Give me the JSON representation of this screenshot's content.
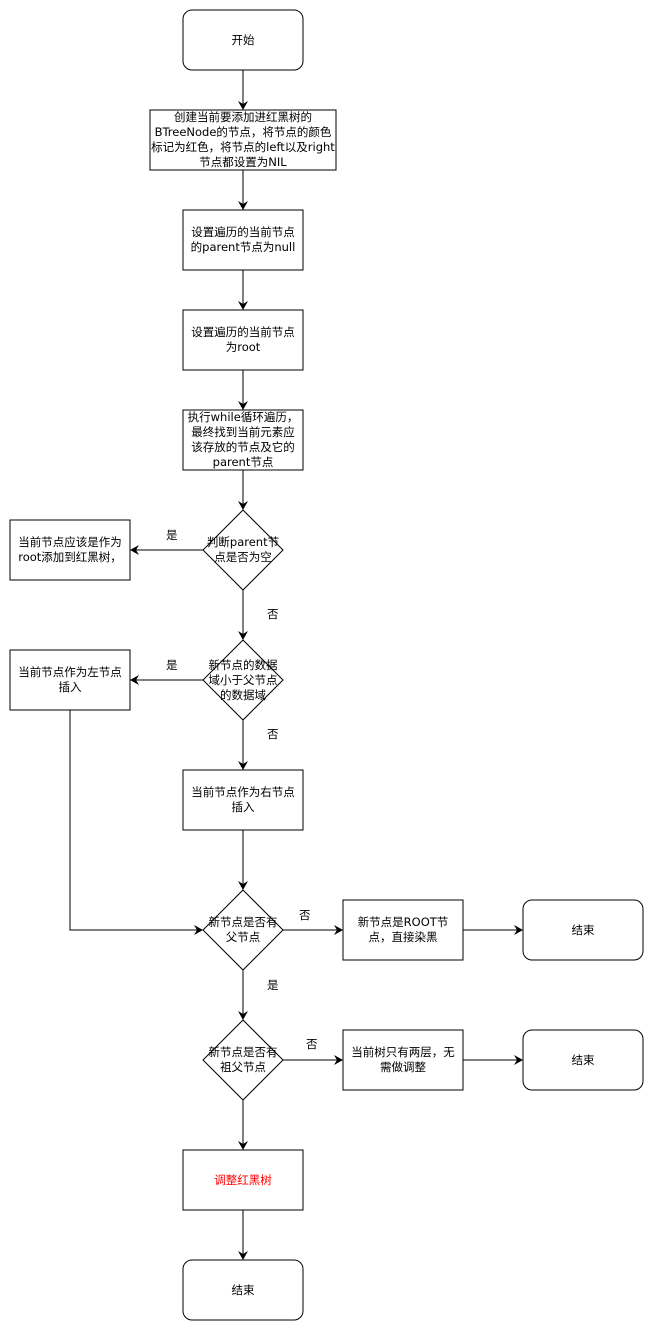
{
  "colors": {
    "stroke": "#000000",
    "highlight_text": "#ff0000",
    "background": "#ffffff"
  },
  "nodes": {
    "start": "开始",
    "create_node": "创建当前要添加进红黑树的\nBTreeNode的节点，将节点的颜色\n标记为红色，将节点的left以及right\n节点都设置为NIL",
    "set_parent_null": "设置遍历的当前节点\n的parent节点为null",
    "set_current_root": "设置遍历的当前节点\n为root",
    "while_loop": "执行while循环遍历，\n最终找到当前元素应\n该存放的节点及它的\nparent节点",
    "check_parent_null": "判断parent节\n点是否为空",
    "add_as_root": "当前节点应该是作为\nroot添加到红黑树，",
    "check_less_than_parent": "新节点的数据\n域小于父节点\n的数据域",
    "insert_left": "当前节点作为左节点\n插入",
    "insert_right": "当前节点作为右节点\n插入",
    "check_has_parent": "新节点是否有\n父节点",
    "root_paint_black": "新节点是ROOT节\n点，直接染黑",
    "end1": "结束",
    "check_has_grandparent": "新节点是否有\n祖父节点",
    "two_levels_only": "当前树只有两层，无\n需做调整",
    "end2": "结束",
    "adjust_tree": "调整红黑树",
    "end3": "结束"
  },
  "edge_labels": {
    "parent_null_yes": "是",
    "parent_null_no": "否",
    "less_yes": "是",
    "less_no": "否",
    "has_parent_no": "否",
    "has_parent_yes": "是",
    "has_grandparent_no": "否"
  }
}
